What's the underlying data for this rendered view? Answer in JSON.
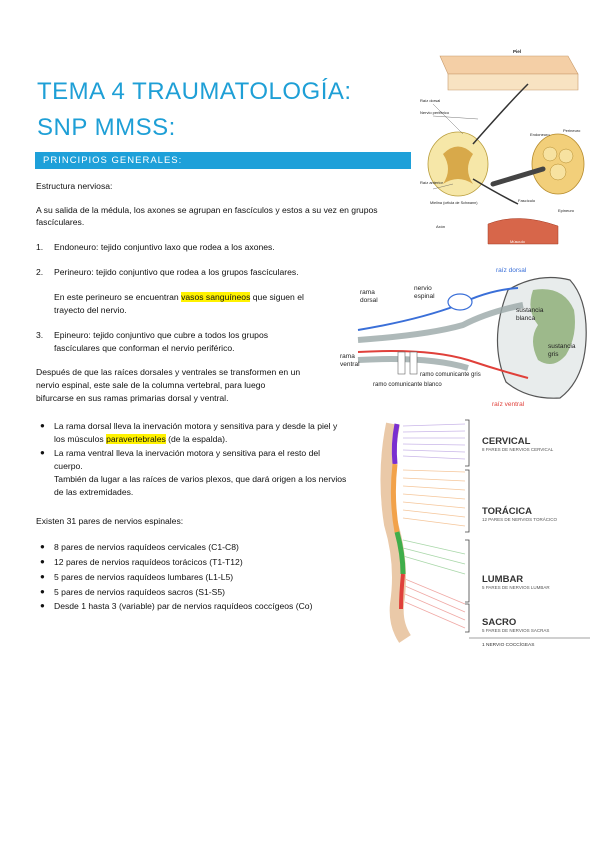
{
  "doc": {
    "title_line1": "TEMA 4 TRAUMATOLOGÍA:",
    "title_line2": "SNP MMSS:",
    "section_header": "PRINCIPIOS GENERALES:",
    "estructura_label": "Estructura nerviosa:",
    "intro_1": "A su salida de la médula, los axones se agrupan en fascículos y estos a su vez en grupos",
    "intro_2": "fascículares.",
    "list": [
      {
        "num": "1.",
        "text": "Endoneuro: tejido conjuntivo laxo que rodea a los axones."
      },
      {
        "num": "2.",
        "text": "Perineuro: tejido conjuntivo que rodea a los grupos fascículares."
      },
      {
        "num": "3.",
        "text_1": "Epineuro: tejido conjuntivo que cubre a todos los grupos",
        "text_2": "fascículares que conforman el nervio periférico."
      }
    ],
    "perineuro_pre": "En este perineuro se encuentran ",
    "perineuro_hl": "vasos sanguíneos",
    "perineuro_post": " que siguen el",
    "perineuro_2": "trayecto del nervio.",
    "despues_1": "Después de que las raíces dorsales y ventrales se transformen en un",
    "despues_2": "nervio espinal, este sale de la columna vertebral, para luego",
    "despues_3": "bifurcarse en sus ramas primarias dorsal y ventral.",
    "dorsal_1": "La rama dorsal lleva la inervación motora y sensitiva para y desde la piel y",
    "dorsal_2_pre": "los músculos ",
    "dorsal_2_hl": "paravertebrales",
    "dorsal_2_post": " (de la espalda).",
    "ventral_1": "La rama ventral lleva la inervación motora y sensitiva para el resto del",
    "ventral_2": "cuerpo.",
    "ventral_3": "También da lugar a las raíces de varios plexos, que dará origen a los nervios",
    "ventral_4": "de las extremidades.",
    "existen": "Existen 31 pares de nervios espinales:",
    "pairs": [
      "8 pares de nervios raquídeos cervicales (C1-C8)",
      "12 pares de nervios raquídeos torácicos (T1-T12)",
      "5 pares de nervios raquídeos lumbares (L1-L5)",
      "5 pares de nervios raquídeos sacros (S1-S5)",
      "Desde 1 hasta 3 (variable) par de nervios raquídeos coccígeos (Co)"
    ],
    "bullet_char": "●"
  },
  "fig1": {
    "labels": [
      "Piel",
      "Raíz dorsal",
      "Nervio periférico",
      "Endoneuro",
      "Perineuro",
      "Raíz anterior",
      "Mielina (célula de Schwann)",
      "Fascículo",
      "Epineuro",
      "Axón",
      "Músculo"
    ]
  },
  "fig2": {
    "raiz_dorsal": "raíz dorsal",
    "rama_dorsal_1": "rama",
    "rama_dorsal_2": "dorsal",
    "nervio_1": "nervio",
    "nervio_2": "espinal",
    "sustancia_blanca_1": "sustancia",
    "sustancia_blanca_2": "blanca",
    "sustancia_gris_1": "sustancia",
    "sustancia_gris_2": "gris",
    "rama_ventral_1": "rama",
    "rama_ventral_2": "ventral",
    "ramo_gris": "ramo comunicante gris",
    "ramo_blanco": "ramo comunicante blanco",
    "raiz_ventral": "raíz ventral",
    "colors": {
      "red": "#e0403a",
      "blue": "#3a6fd8",
      "gray": "#9aa7a8",
      "green": "#8fb07a"
    }
  },
  "fig3": {
    "cervical": "CERVICAL",
    "cervical_sub": "8 PARES DE NERVIOS CERVICAL",
    "toracica": "TORÁCICA",
    "toracica_sub": "12 PARES DE NERVIOS TORÁCICO",
    "lumbar": "LUMBAR",
    "lumbar_sub": "5 PARES DE NERVIOS LUMBAR",
    "sacro": "SACRO",
    "sacro_sub": "5 PARES DE NERVIOS SACRAS",
    "coccigeo": "1 NERVIO COCCÍGEAS",
    "colors": {
      "cervical": "#7a2fd0",
      "toracica": "#f2a24a",
      "lumbar": "#3fae4a",
      "sacro": "#e0403a"
    }
  }
}
